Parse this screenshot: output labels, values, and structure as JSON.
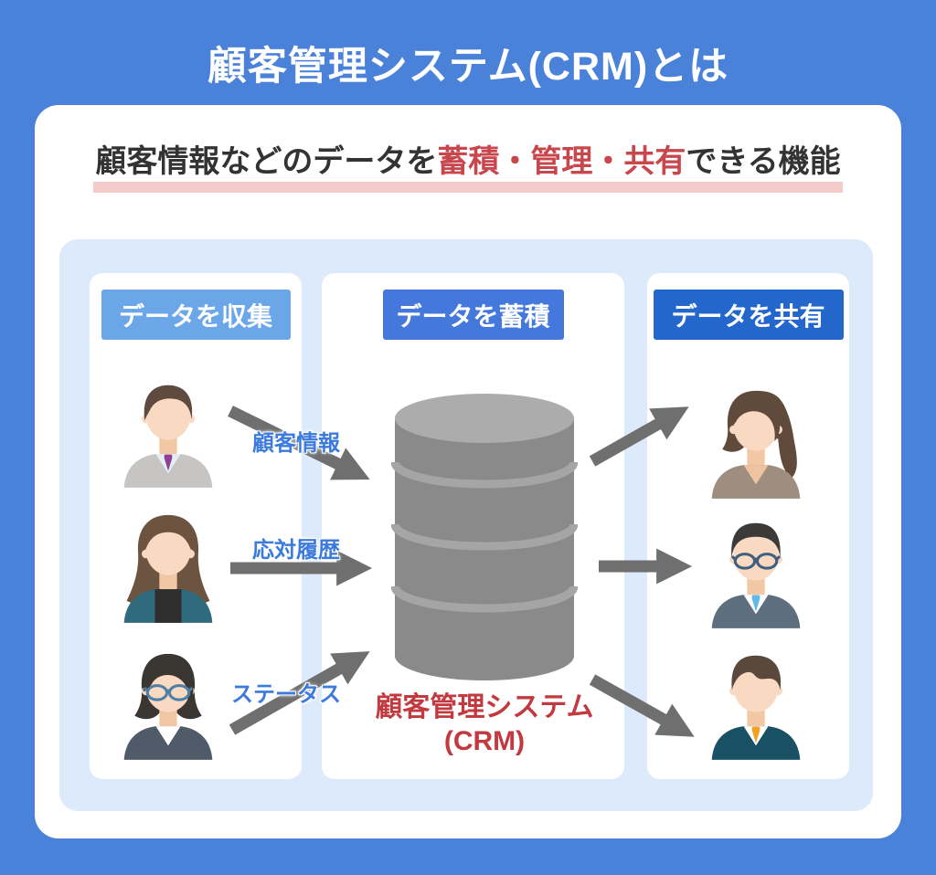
{
  "colors": {
    "background": "#4A81D9",
    "card": "#FFFFFF",
    "panel": "#DCEAFB",
    "title_text": "#FFFFFF",
    "subtitle_text": "#333333",
    "subtitle_highlight": "#C8474D",
    "subtitle_underline": "#F3CBCB",
    "flow_label": "#3C7BDC",
    "arrow": "#6F6F6F",
    "crm_label": "#C23A40",
    "db_body": "#8A8A8A",
    "db_top": "#ACACAC",
    "db_band": "#A5A5A5"
  },
  "title": "顧客管理システム(CRM)とは",
  "subtitle": {
    "pre": "顧客情報などのデータを",
    "highlight": "蓄積・管理・共有",
    "post": "できる機能"
  },
  "columns": [
    {
      "header": {
        "label": "データを収集",
        "bg": "#6BA7E8"
      }
    },
    {
      "header": {
        "label": "データを蓄積",
        "bg": "#4478DC"
      },
      "database": {
        "label_line1": "顧客管理システム",
        "label_line2": "(CRM)"
      }
    },
    {
      "header": {
        "label": "データを共有",
        "bg": "#2367CD"
      }
    }
  ],
  "flow_labels": [
    {
      "text": "顧客情報"
    },
    {
      "text": "応対履歴"
    },
    {
      "text": "ステータス"
    }
  ],
  "people": {
    "collect": [
      {
        "name": "man-gray-suit",
        "avatar": {
          "hair": "short-part",
          "hairColor": "#5E4A3E",
          "skin": "#FAD9C2",
          "suit": "#C6C5C4",
          "neckline": "v",
          "shirt": "#E4EEF6",
          "tie": "#8F3F97"
        }
      },
      {
        "name": "woman-long-hair",
        "avatar": {
          "hair": "long-wavy",
          "hairColor": "#6C5441",
          "skin": "#FAD9C2",
          "suit": "#2F6A7D",
          "neckline": "turtle",
          "shirt": "#2F2F2F"
        }
      },
      {
        "name": "woman-bob-glasses",
        "avatar": {
          "hair": "bob",
          "hairColor": "#3A3733",
          "skin": "#FAD9C2",
          "suit": "#4F5B68",
          "neckline": "v",
          "shirt": "#FFFFFF",
          "glasses": "#4C7EA8"
        }
      }
    ],
    "share": [
      {
        "name": "woman-side-swept",
        "avatar": {
          "hair": "side-swept",
          "hairColor": "#5F4A3C",
          "skin": "#FAD9C2",
          "suit": "#9D8E80",
          "neckline": "v",
          "shirt": "#EFC3A0"
        }
      },
      {
        "name": "man-glasses",
        "avatar": {
          "hair": "short-round",
          "hairColor": "#3B3A38",
          "skin": "#FAD9C2",
          "suit": "#5D6F7E",
          "neckline": "v",
          "shirt": "#FFFFFF",
          "tie": "#5FB9E9",
          "glasses": "#3E5F7E"
        }
      },
      {
        "name": "man-teal-suit",
        "avatar": {
          "hair": "short-messy",
          "hairColor": "#5B483C",
          "skin": "#FAD9C2",
          "suit": "#175163",
          "neckline": "v",
          "shirt": "#FFFFFF",
          "tie": "#F5A01E"
        }
      }
    ]
  }
}
